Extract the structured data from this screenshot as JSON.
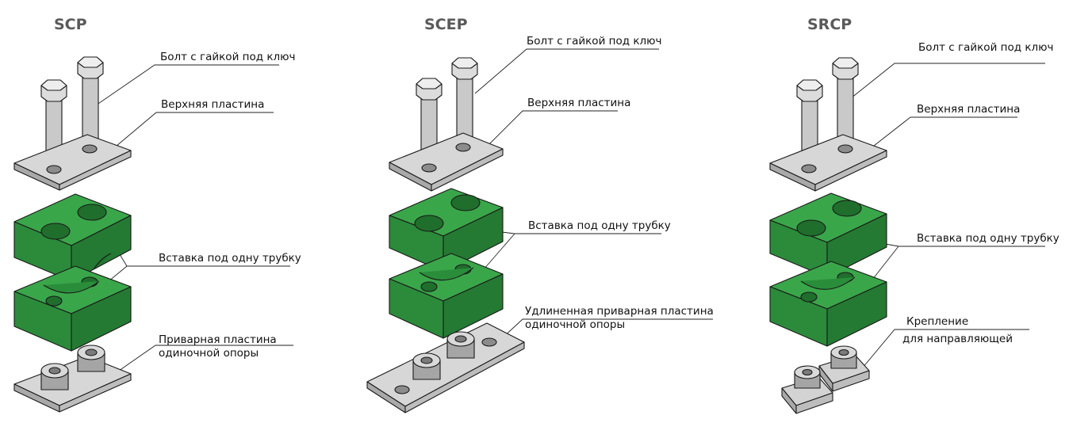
{
  "panels": [
    {
      "title": "SCP",
      "labels": {
        "bolt": "Болт с гайкой под ключ",
        "top_plate": "Верхняя пластина",
        "insert": "Вставка под одну трубку",
        "bottom_line1": "Приварная пластина",
        "bottom_line2": "одиночной опоры"
      }
    },
    {
      "title": "SCEP",
      "labels": {
        "bolt": "Болт с гайкой под ключ",
        "top_plate": "Верхняя пластина",
        "insert": "Вставка под одну трубку",
        "bottom_line1": "Удлиненная приварная пластина",
        "bottom_line2": "одиночной опоры"
      }
    },
    {
      "title": "SRCP",
      "labels": {
        "bolt": "Болт с гайкой под ключ",
        "top_plate": "Верхняя пластина",
        "insert": "Вставка под одну трубку",
        "bottom_line1": "Крепление",
        "bottom_line2": "для направляющей"
      }
    }
  ],
  "colors": {
    "insert_green": "#2f9a40",
    "metal_gray": "#c8c8c8"
  }
}
